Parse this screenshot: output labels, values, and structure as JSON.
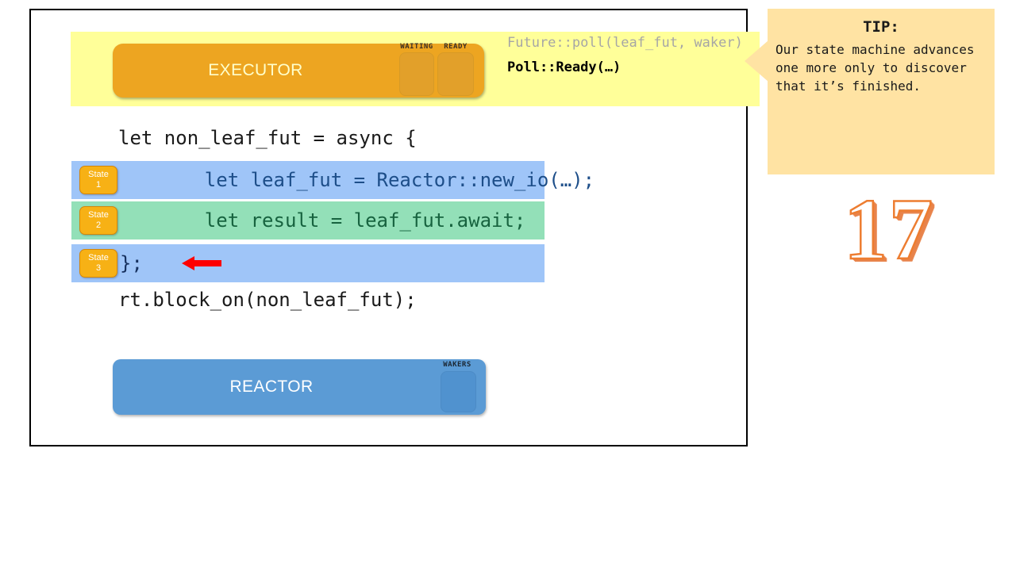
{
  "slide": {
    "page_number": "17"
  },
  "executor": {
    "label": "EXECUTOR",
    "slots": [
      {
        "caption": "WAITING",
        "content": ""
      },
      {
        "caption": "READY",
        "content": ""
      }
    ],
    "color": "#eda521",
    "banner_color": "#ffff99"
  },
  "poll": {
    "call": "Future::poll(leaf_fut, waker)",
    "call_color": "#a6a6a6",
    "result": "Poll::Ready(…)",
    "result_color": "#000000"
  },
  "code": {
    "line_before": "let non_leaf_fut = async {",
    "line_after": "rt.block_on(non_leaf_fut);",
    "states": [
      {
        "badge_title": "State",
        "badge_number": "1",
        "text": "    let leaf_fut = Reactor::new_io(…);",
        "background": "#9fc5f8",
        "text_color": "#1d4e89",
        "arrow": false
      },
      {
        "badge_title": "State",
        "badge_number": "2",
        "text": "    let result = leaf_fut.await;",
        "background": "#93e0b8",
        "text_color": "#17633f",
        "arrow": false
      },
      {
        "badge_title": "State",
        "badge_number": "3",
        "text": "};",
        "background": "#9fc5f8",
        "text_color": "#16305e",
        "arrow": true
      }
    ]
  },
  "reactor": {
    "label": "REACTOR",
    "slots": [
      {
        "caption": "WAKERS",
        "content": ""
      }
    ],
    "color": "#5b9bd5"
  },
  "tip": {
    "title": "TIP:",
    "body": "Our state machine advances\none more only to discover\nthat it’s finished.",
    "background": "#ffe3a3"
  }
}
